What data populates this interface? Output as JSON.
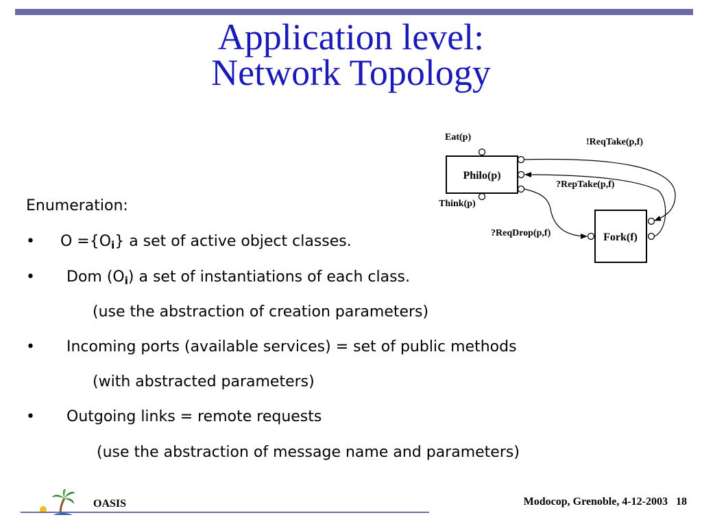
{
  "title": {
    "line1": "Application level:",
    "line2": "Network Topology"
  },
  "enumeration_heading": "Enumeration:",
  "bullet_char": "•",
  "items": {
    "item1_pre": "O ={O",
    "item1_sub": "i",
    "item1_post": "} a set of active object classes.",
    "item2_pre": "Dom (O",
    "item2_sub": "i",
    "item2_post": ") a set of instantiations of each class.",
    "item2_note": "(use the abstraction of creation parameters)",
    "item3": "Incoming ports (available services) = set of public methods",
    "item3_note": "(with abstracted parameters)",
    "item4": "Outgoing links = remote requests",
    "item4_note": "(use the abstraction of message name and parameters)"
  },
  "diagram": {
    "philo_label": "Philo(p)",
    "fork_label": "Fork(f)",
    "eat_label": "Eat(p)",
    "think_label": "Think(p)",
    "reqtake_label": "!ReqTake(p,f)",
    "reptake_label": "?RepTake(p,f)",
    "reqdrop_label": "?ReqDrop(p,f)"
  },
  "footer": {
    "org": "OASIS",
    "event": "Modocop, Grenoble, 4-12-2003",
    "page": "18"
  },
  "colors": {
    "title": "#1a1ab8",
    "bar": "#6a6aa8",
    "logo_sun": "#f0c020",
    "logo_tree": "#2a8a2a"
  },
  "icons": {
    "logo": "palm-tree-island-logo"
  }
}
